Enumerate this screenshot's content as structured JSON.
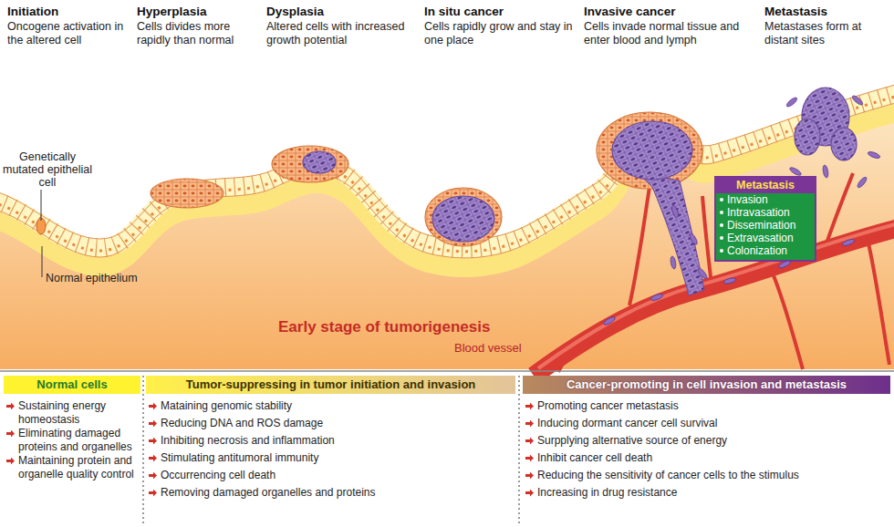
{
  "diagram": {
    "nodes": [
      {
        "text": [
          "Metastasis",
          "Invasion",
          "Intravasation",
          "Dissemination",
          "Extravasation",
          "Colonization"
        ]
      },
      {
        "text": [
          "Normal cells",
          "Sustaining energy homeostasis",
          "Eliminating damaged proteins and organelles",
          "Maintaining protein and organelle quality control"
        ]
      },
      {
        "text": [
          "Tumor-suppressing in tumor initiation and invasion",
          "Mataining genomic stability",
          "Reducing DNA and ROS damage",
          "Inhibiting necrosis and inflammation",
          "Stimulating antitumoral immunity",
          "Occurrencing cell death",
          "Removing damaged organelles and proteins"
        ]
      },
      {
        "text": [
          "Cancer-promoting in cell invasion and metastasis",
          "Promoting cancer metastasis",
          "Inducing dormant cancer cell survival",
          "Surpplying alternative source of energy",
          "Inhibit cancer cell death",
          "Reducing the sensitivity of cancer cells to the stimulus",
          "Increasing in drug resistance"
        ]
      }
    ],
    "labels": [
      "Initiation",
      "Oncogene activation in the altered cell",
      "Hyperplasia",
      "Cells divides more rapidly than normal",
      "Dysplasia",
      "Altered cells with increased growth potential",
      "In situ cancer",
      "Cells rapidly grow and stay in one place",
      "Invasive cancer",
      "Cells invade normal tissue and enter blood and lymph",
      "Metastasis",
      "Metastases form at distant sites",
      "Genetically mutated epithelial cell",
      "Normal epithelium",
      "Early stage of tumorigenesis",
      "Blood vessel"
    ]
  }
}
